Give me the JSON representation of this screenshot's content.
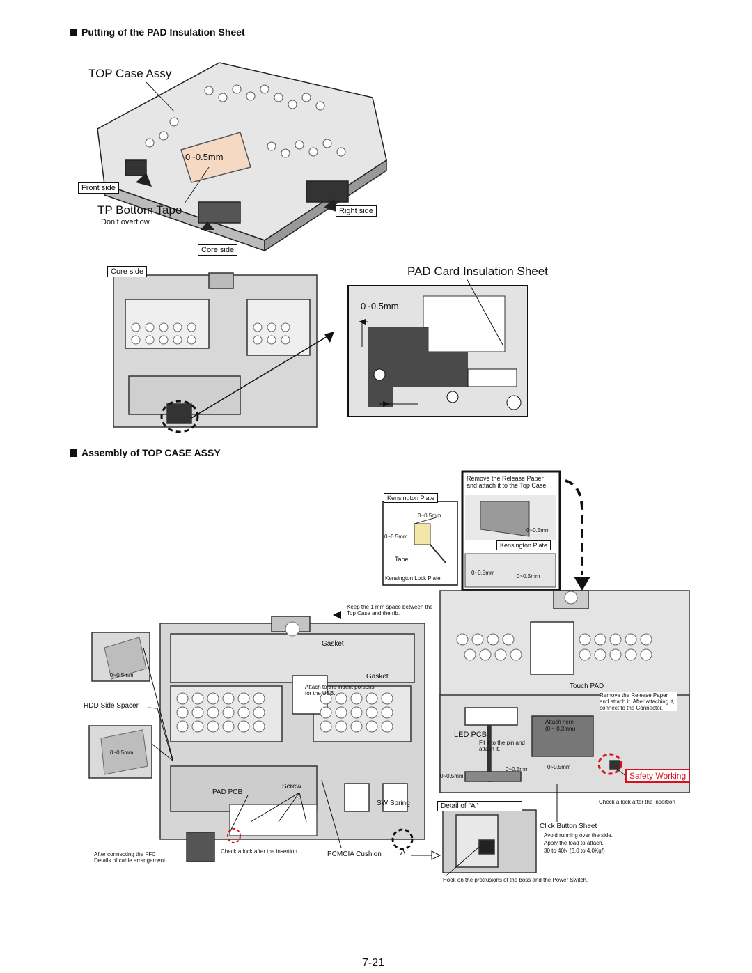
{
  "section1": {
    "title": "Putting of the PAD Insulation Sheet",
    "top_case_label": "TOP Case Assy",
    "gap_label_top": "0~0.5mm",
    "front_side": "Front side",
    "tp_bottom_tape": "TP Bottom Tape",
    "dont_overflow": "Don’t overflow.",
    "right_side": "Right side",
    "core_side_1": "Core side",
    "core_side_2": "Core side",
    "pad_card_sheet": "PAD Card Insulation Sheet",
    "gap_label_detail": "0~0.5mm"
  },
  "section2": {
    "title": "Assembly of TOP CASE ASSY",
    "remove_release_paper": "Remove the Release Paper and attach it to the Top Case.",
    "kensington_plate_1": "Kensington Plate",
    "kensington_plate_2": "Kensington Plate",
    "tape": "Tape",
    "kensington_lock_plate": "Kensington Lock Plate",
    "gap_a": "0~0.5mm",
    "gap_b": "0~0.5mm",
    "gap_c": "0~0.5mm",
    "gap_d": "0~0.5mm",
    "gap_e": "0~0.5mm",
    "keep_space": "Keep the 1 mm space between the Top Case and the rib.",
    "gasket_1": "Gasket",
    "gasket_2": "Gasket",
    "attach_indent": "Attach to the indent portions for the USB.",
    "hdd_spacer_gap_1": "0~0.5mm",
    "hdd_spacer_gap_2": "0~0.5mm",
    "hdd_side_spacer": "HDD Side Spacer",
    "pad_pcb": "PAD PCB",
    "screw": "Screw",
    "sw_spring": "SW Spring",
    "check_lock_1": "Check a lock after the insertion",
    "pcmcia_cushion": "PCMCIA Cushion",
    "marker_a": "A",
    "after_ffc": "After connecting the FFC",
    "details_cable": "Details of cable arrangement",
    "touch_pad": "Touch PAD",
    "remove_release_2": "Remove the Release Paper and attach it. After attaching it, connect to the Connector.",
    "attach_here": "Attach here",
    "attach_range": "(0 ~ 0.3mm)",
    "led_pcb": "LED PCB",
    "fit_pin": "Fit it to the pin and attach it.",
    "gap_f": "0~0.5mm",
    "gap_g": "0~0.5mm",
    "gap_h": "0~0.5mm",
    "safety_working": "Safety Working",
    "check_lock_2": "Check a lock after the insertion",
    "detail_a": "Detail of \"A\"",
    "click_button_sheet": "Click Button Sheet",
    "avoid_running": "Avoid running over the side.",
    "apply_load": "Apply the load to attach.",
    "load_value": "30 to 40N (3.0 to 4.0Kgf)",
    "hook_protrusions": "Hook on the protrusions of the boss and the Power Switch."
  },
  "page_number": "7-21"
}
